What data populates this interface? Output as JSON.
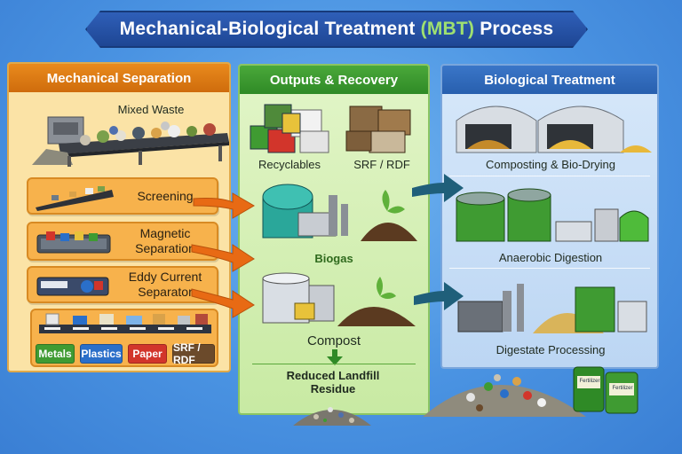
{
  "title": {
    "prefix": "Mechanical-Biological Treatment ",
    "highlight": "(MBT)",
    "suffix": " Process"
  },
  "mechanical": {
    "header": "Mechanical Separation",
    "mixed_waste": "Mixed Waste",
    "steps": [
      "Screening",
      "Magnetic Separation",
      "Eddy Current Separator"
    ],
    "outputs": [
      "Metals",
      "Plastics",
      "Paper",
      "SRF / RDF"
    ]
  },
  "outputs": {
    "header": "Outputs & Recovery",
    "recyclables": "Recyclables",
    "srf": "SRF / RDF",
    "biogas": "Biogas",
    "compost": "Compost",
    "residue": "Reduced Landfill Residue"
  },
  "biological": {
    "header": "Biological Treatment",
    "composting": "Composting & Bio-Drying",
    "anaerobic": "Anaerobic Digestion",
    "digestate": "Digestate Processing"
  },
  "fertilizer_label": "Fertilizer",
  "colors": {
    "orange": "#e98a1d",
    "green": "#3f9b32",
    "blue": "#2f5fb8",
    "pill_metals": "#3f9b32",
    "pill_plastics": "#2a6fc9",
    "pill_paper": "#d2352b",
    "pill_srf": "#6b4a2b"
  }
}
